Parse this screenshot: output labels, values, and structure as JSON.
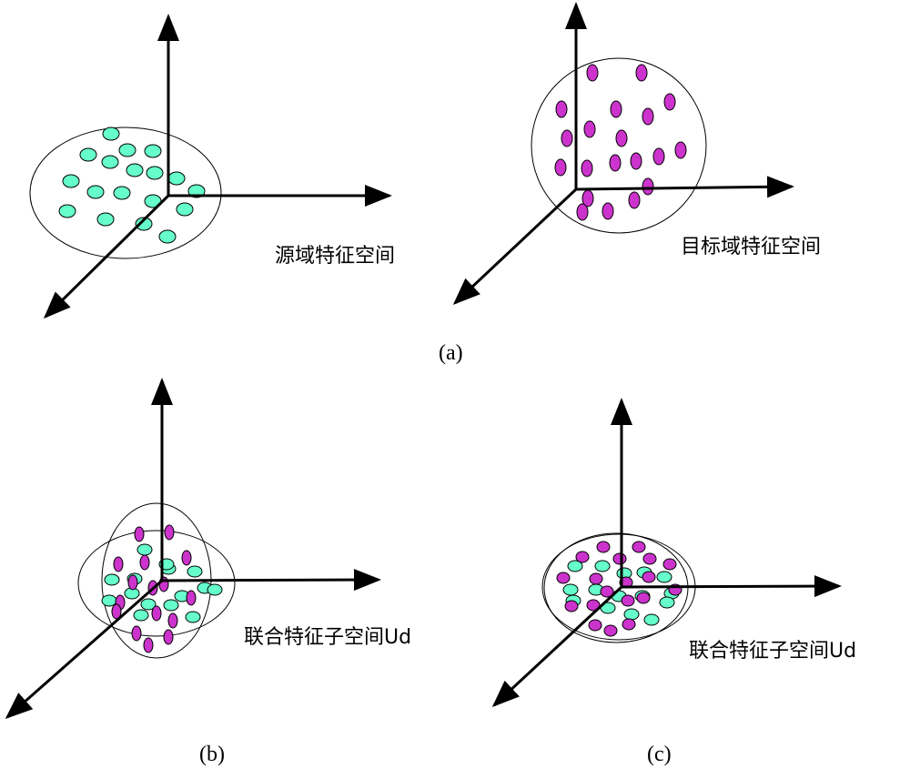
{
  "colors": {
    "source_dot": "#66FFCC",
    "target_dot": "#CC33CC",
    "outline": "#000000"
  },
  "panel_a": {
    "caption": "(a)",
    "source_label": "源域特征空间",
    "target_label": "目标域特征空间"
  },
  "panel_b": {
    "caption": "(b)",
    "label": "联合特征子空间Ud"
  },
  "panel_c": {
    "caption": "(c)",
    "label": "联合特征子空间Ud"
  }
}
